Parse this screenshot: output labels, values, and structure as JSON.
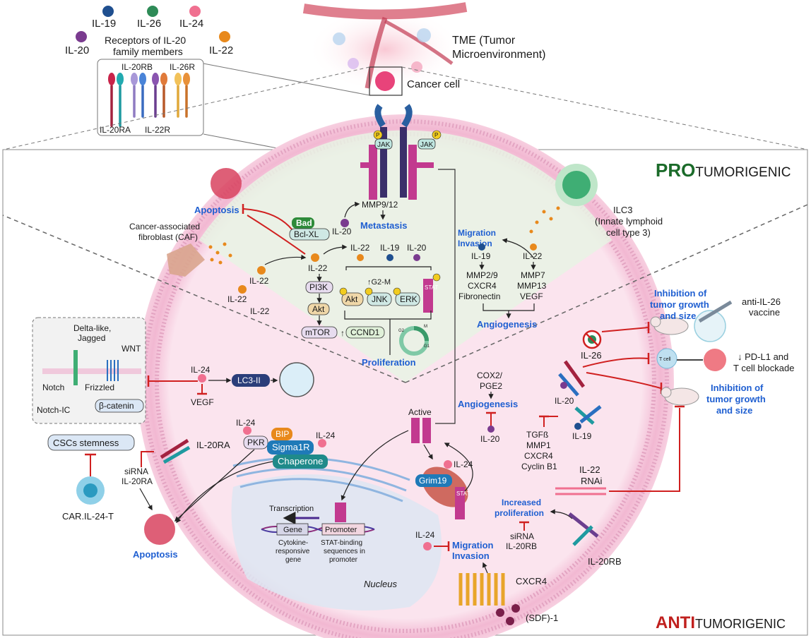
{
  "legend": {
    "ligands": [
      {
        "label": "IL-19",
        "color": "#1f4f8f"
      },
      {
        "label": "IL-26",
        "color": "#2e8b57"
      },
      {
        "label": "IL-24",
        "color": "#f07090"
      },
      {
        "label": "IL-20",
        "color": "#7a3b8f"
      },
      {
        "label": "IL-22",
        "color": "#e8891c"
      }
    ],
    "receptor_title_1": "Receptors of IL-20",
    "receptor_title_2": "family members",
    "receptors": [
      "IL-20RB",
      "IL-26R",
      "IL-20RA",
      "IL-22R"
    ]
  },
  "top": {
    "tme_1": "TME (Tumor",
    "tme_2": "Microenvironment)",
    "cancer_cell": "Cancer cell"
  },
  "pro": {
    "heading_bold": "PRO",
    "heading_rest": "TUMORIGENIC",
    "jak": "JAK",
    "p": "P",
    "apoptosis": "Apoptosis",
    "bad": "Bad",
    "bclxl": "Bcl-XL",
    "il20": "IL-20",
    "mmp912": "MMP9/12",
    "metastasis": "Metastasis",
    "caf_1": "Cancer-associated",
    "caf_2": "fibroblast (CAF)",
    "il22": "IL-22",
    "il19": "IL-19",
    "pi3k": "PI3K",
    "akt": "Akt",
    "mtor": "mTOR",
    "up_arrow": "↑",
    "ccnd1": "CCND1",
    "g2m": "↑G2-M",
    "jnk": "JNK",
    "erk": "ERK",
    "stat": "STAT",
    "proliferation": "Proliferation",
    "migration": "Migration",
    "invasion": "Invasion",
    "mmp29": "MMP2/9",
    "cxcr4": "CXCR4",
    "fibronectin": "Fibronectin",
    "mmp7": "MMP7",
    "mmp13": "MMP13",
    "vegf": "VEGF",
    "angiogenesis": "Angiogenesis",
    "ilc3_1": "ILC3",
    "ilc3_2": "(Innate lymphoid",
    "ilc3_3": "cell type 3)",
    "cycle_g2": "G2",
    "cycle_m": "M",
    "cycle_g1": "G1"
  },
  "anti": {
    "heading_bold": "ANTI",
    "heading_rest": "TUMORIGENIC",
    "delta_1": "Delta-like,",
    "delta_2": "Jagged",
    "wnt": "WNT",
    "notch": "Notch",
    "frizzled": "Frizzled",
    "notch_ic": "Notch-IC",
    "beta_catenin": "β-catenin",
    "cscs": "CSCs stemness",
    "car": "CAR.IL-24-T",
    "il24": "IL-24",
    "vegf": "VEGF",
    "lc3": "LC3-II",
    "pkr": "PKR",
    "bip": "BIP",
    "sigma": "Sigma1R",
    "chaperone": "Chaperone",
    "il20ra": "IL-20RA",
    "sirna": "siRNA",
    "apoptosis": "Apoptosis",
    "transcription": "Transcription",
    "gene": "Gene",
    "promoter": "Promoter",
    "cyto_1": "Cytokine-",
    "cyto_2": "responsive",
    "cyto_3": "gene",
    "stat_1": "STAT-binding",
    "stat_2": "sequences in",
    "stat_3": "promoter",
    "nucleus": "Nucleus",
    "active": "Active",
    "grim19": "Grim19",
    "stat": "STAT",
    "cox2_1": "COX2/",
    "cox2_2": "PGE2",
    "angiogenesis": "Angiogenesis",
    "il20": "IL-20",
    "migration": "Migration",
    "invasion": "Invasion",
    "cxcr4": "CXCR4",
    "sdf1": "(SDF)-1",
    "incr_1": "Increased",
    "incr_2": "proliferation",
    "sirna_il20rb": "IL-20RB",
    "il20rb": "IL-20RB",
    "il22": "IL-22",
    "rnai": "RNAi",
    "tgfb": "TGFß",
    "mmp1": "MMP1",
    "cxcr4b": "CXCR4",
    "cyclin": "Cyclin B1",
    "il19": "IL-19",
    "il26": "IL-26",
    "inhib_1": "Inhibition of",
    "inhib_2": "tumor growth",
    "inhib_3": "and size",
    "vaccine_1": "anti-IL-26",
    "vaccine_2": "vaccine",
    "pdl1_1": "↓ PD-L1 and",
    "pdl1_2": "T cell blockade",
    "tcell": "T cell"
  }
}
